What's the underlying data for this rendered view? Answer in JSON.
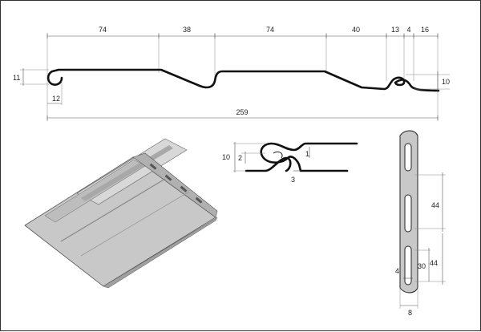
{
  "drawing": {
    "accent": "#111111",
    "panel_color": "#c8c8c8",
    "top_profile": {
      "dims_top": [
        "74",
        "38",
        "74",
        "40",
        "13",
        "4",
        "16"
      ],
      "dim_left_height": "11",
      "dim_left_hook": "12",
      "dim_right_height": "10",
      "dim_total": "259"
    },
    "lock_detail": {
      "dim_a": "10",
      "dim_b": "2",
      "dim_c": "1",
      "dim_d": "3"
    },
    "nail_strip": {
      "dim_pitch_1": "44",
      "dim_pitch_2": "44",
      "dim_slot": "30",
      "dim_slot_w": "4",
      "dim_strip_w": "8"
    }
  }
}
